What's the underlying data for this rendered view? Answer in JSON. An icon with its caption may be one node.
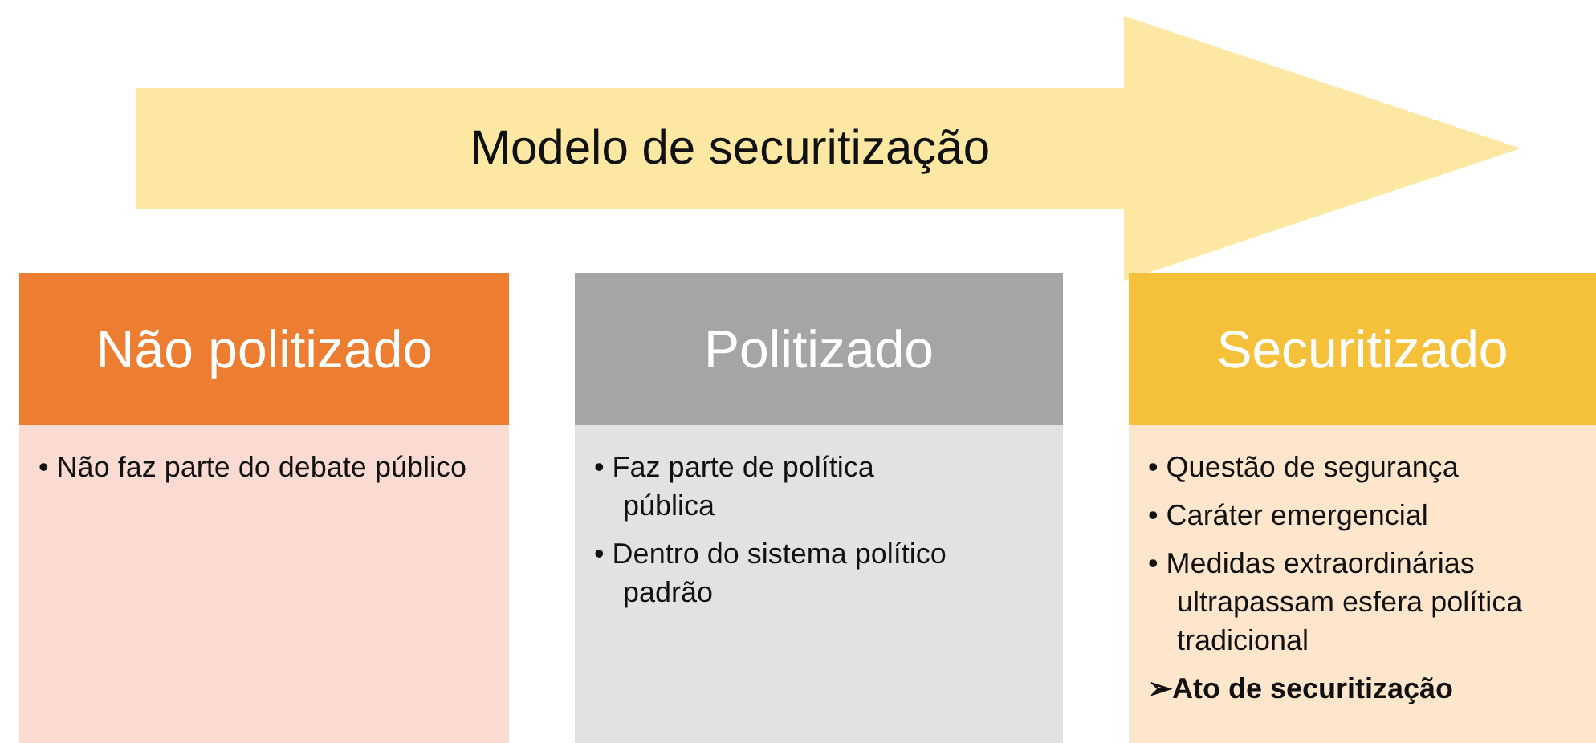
{
  "diagram": {
    "nodes": [
      {
        "text": [
          "Modelo de securitização"
        ]
      },
      {
        "text": [
          "Não politizado",
          "• Não faz parte do debate público"
        ]
      },
      {
        "text": [
          "Politizado",
          "• Faz parte de política pública",
          "• Dentro do sistema político padrão"
        ]
      },
      {
        "text": [
          "Securitizado",
          "• Questão de segurança",
          "• Caráter emergencial",
          "• Medidas extraordinárias ultrapassam esfera política tradicional",
          "➢Ato de securitização"
        ]
      }
    ],
    "edges": []
  }
}
